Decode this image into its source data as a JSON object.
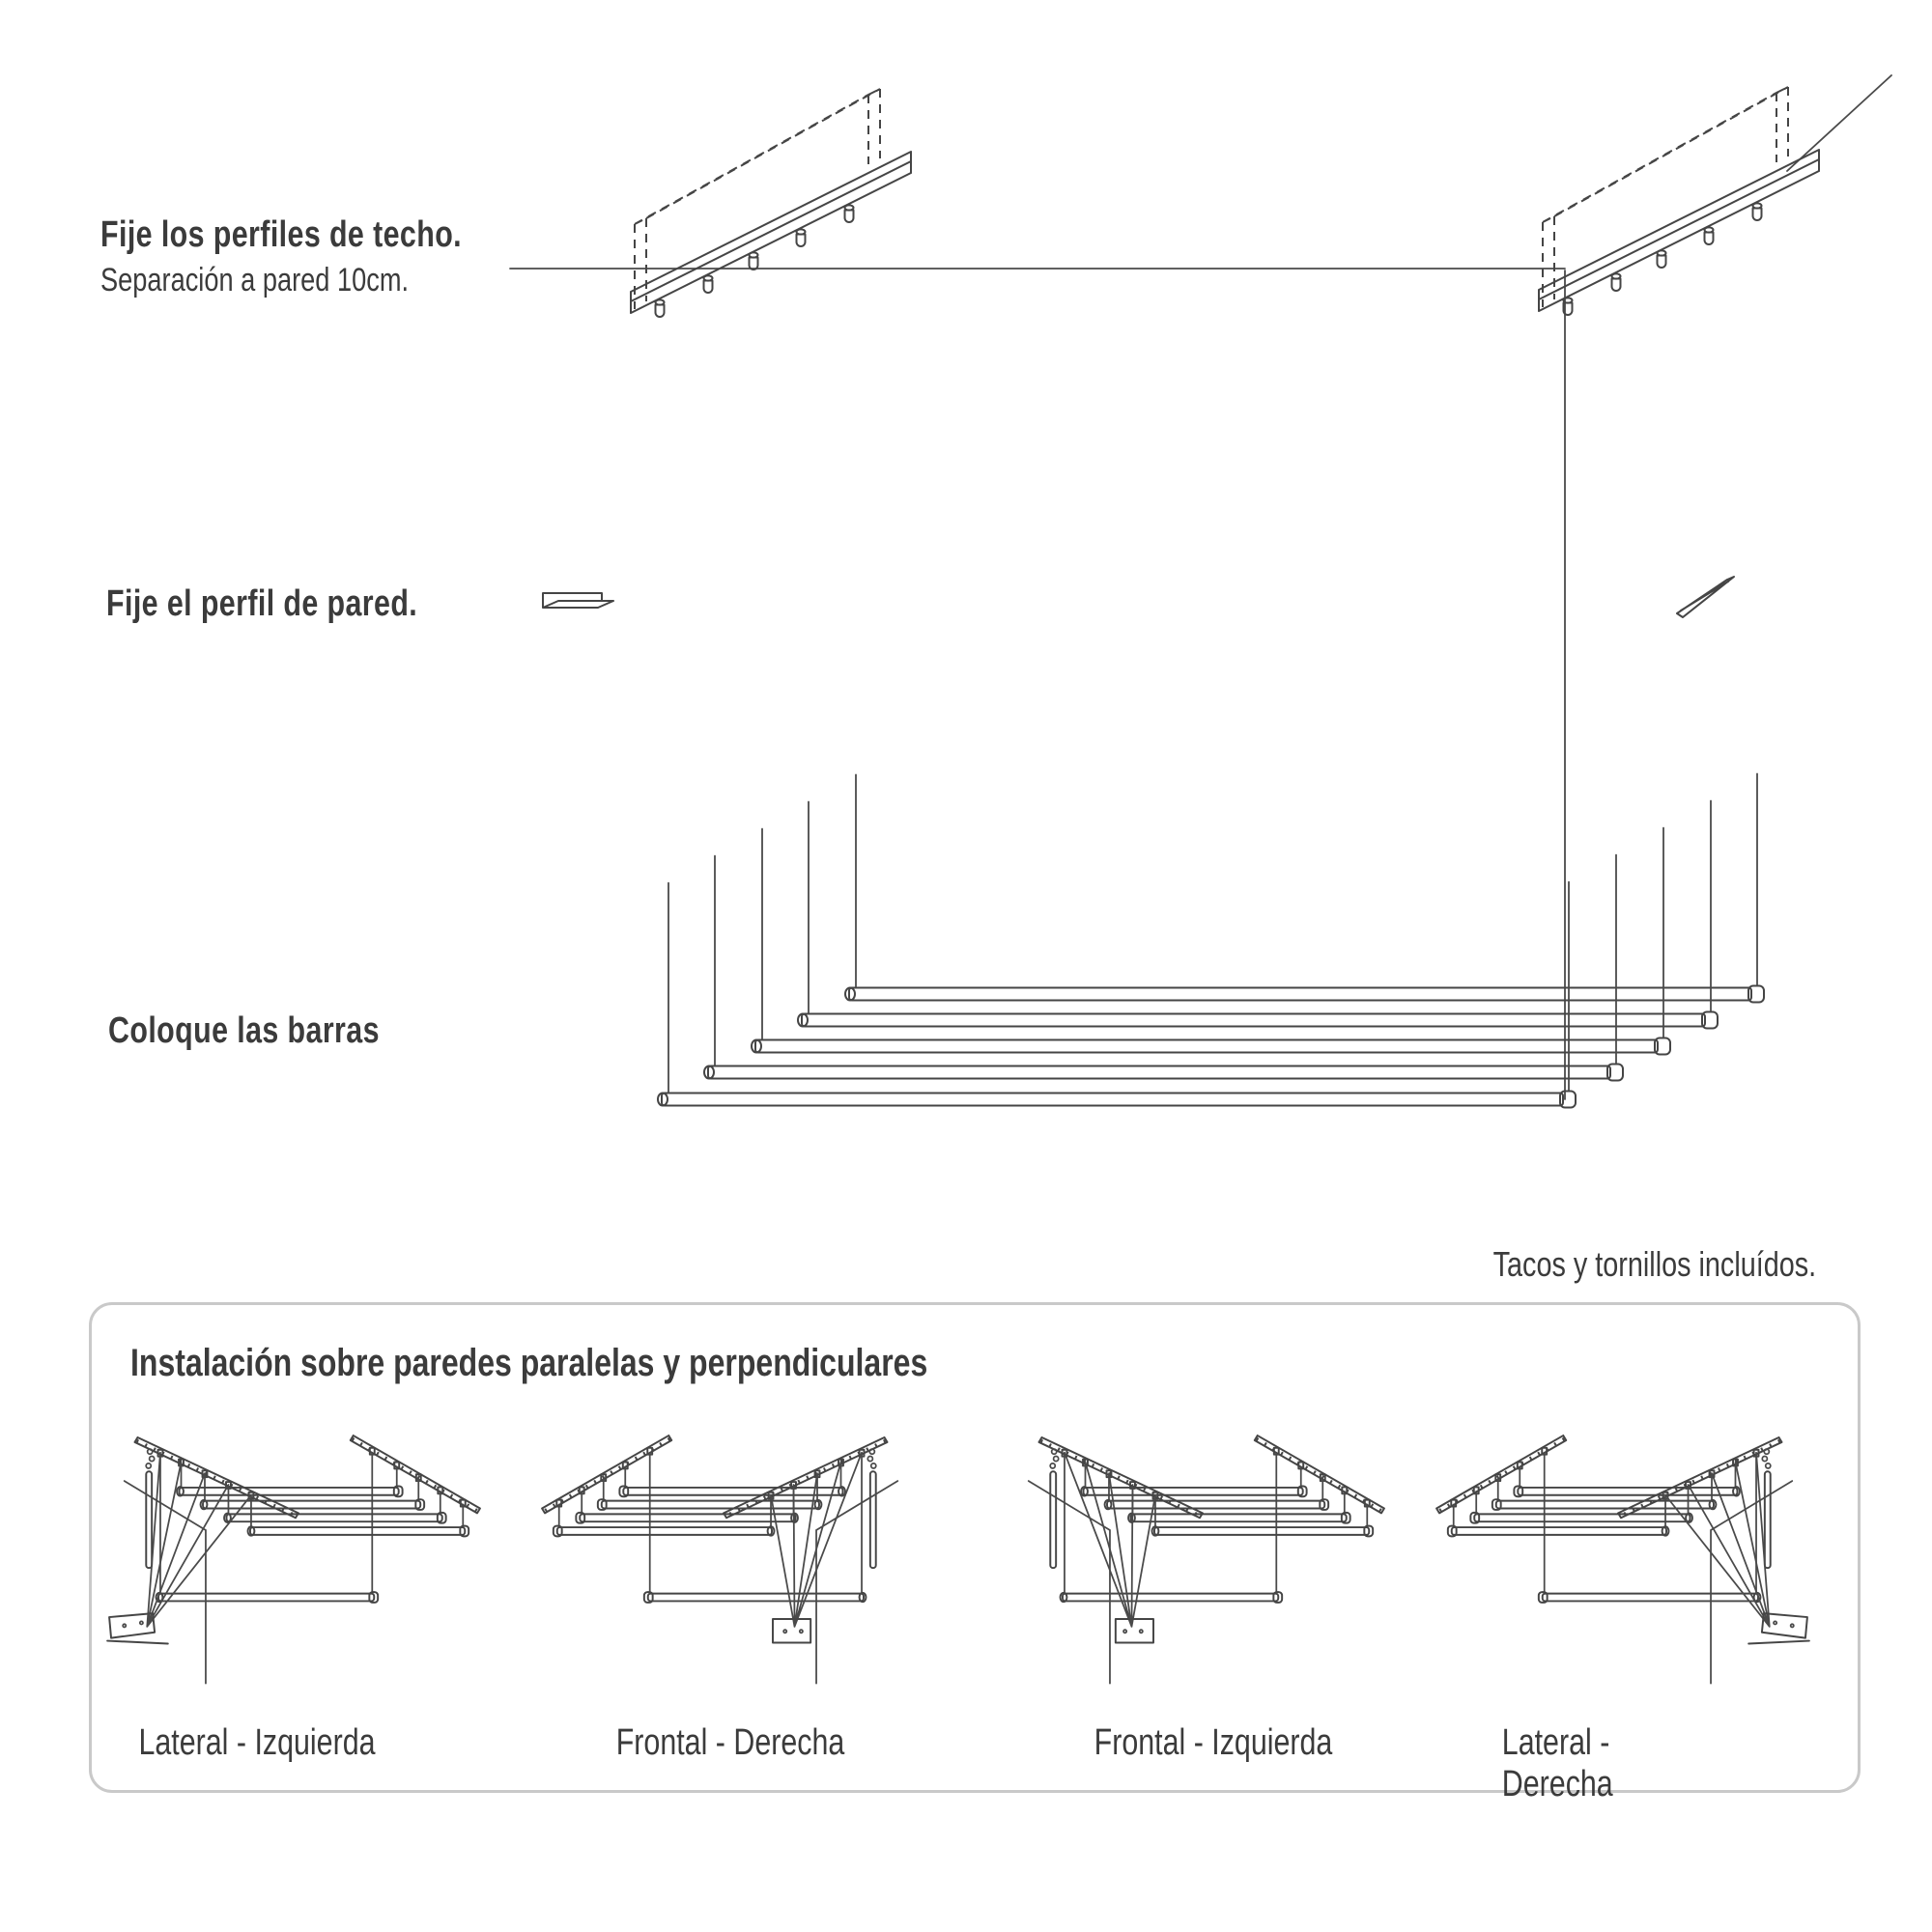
{
  "colors": {
    "background": "#ffffff",
    "ink": "#3b3b3b",
    "line_art": "#454545",
    "panel_border": "#c9c9c9"
  },
  "steps": {
    "ceiling": {
      "title": "Fije los perfiles de techo.",
      "subtitle": "Separación a pared 10cm."
    },
    "wall": {
      "title": "Fije el perfil de pared."
    },
    "bars": {
      "title": "Coloque las barras"
    }
  },
  "note": "Tacos y tornillos incluídos.",
  "panel": {
    "title": "Instalación sobre paredes paralelas y perpendiculares",
    "variants": [
      {
        "label": "Lateral - Izquierda"
      },
      {
        "label": "Frontal - Derecha"
      },
      {
        "label": "Frontal - Izquierda"
      },
      {
        "label": "Lateral - Derecha"
      }
    ]
  },
  "drawings": {
    "ceiling_profile_left": "ceiling-rail-with-hook-screws-and-dashed-panel",
    "ceiling_profile_right": "ceiling-rail-with-hook-screws-and-dashed-panel",
    "wall_profile_left": "flat-wall-angle-profile",
    "wall_profile_right": "tilted-wall-angle-profile",
    "bars": "five-hanging-drying-bars-with-cords",
    "rack_variant": "mounted-ceiling-rack-with-crank-cords"
  }
}
